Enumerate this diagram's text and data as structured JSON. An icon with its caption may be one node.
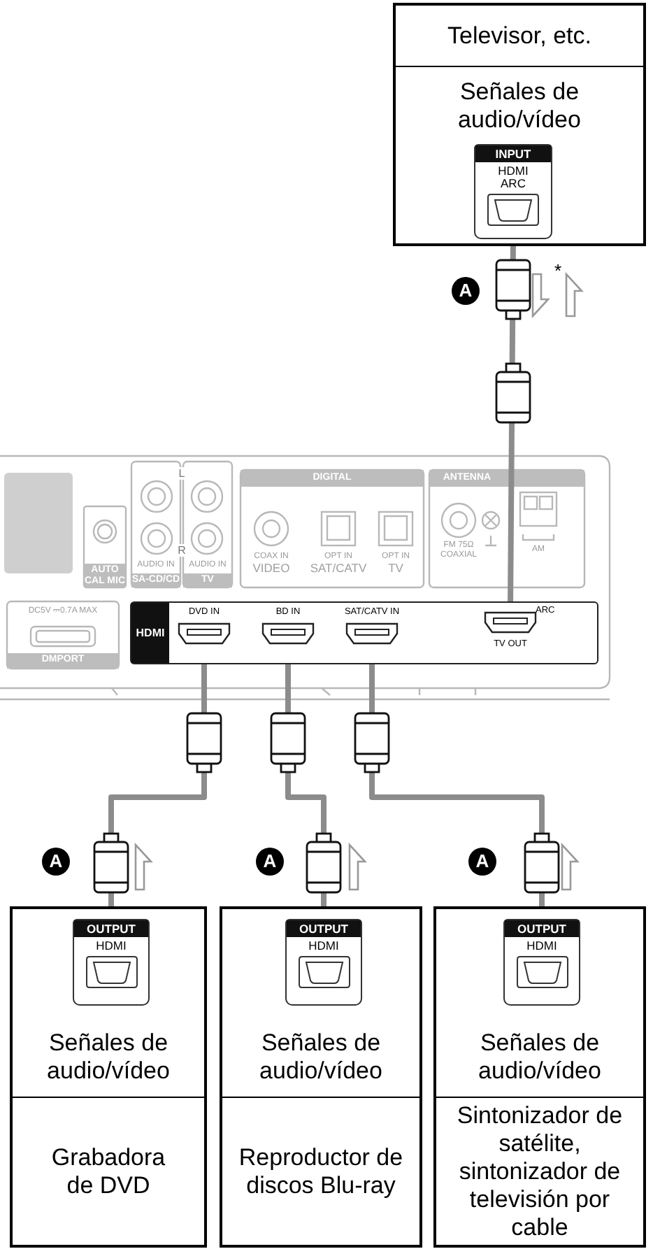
{
  "diagram": {
    "nodes": [
      {
        "text": [
          "Televisor, etc.",
          "Señales de audio/vídeo"
        ]
      },
      {
        "text": [
          "INPUT",
          "HDMI ARC"
        ],
        "in": 0
      },
      {
        "text": [
          "HDMI"
        ]
      },
      {
        "text": [
          "DVD IN"
        ],
        "in": 2
      },
      {
        "text": [
          "BD IN"
        ],
        "in": 2
      },
      {
        "text": [
          "SAT/CATV IN"
        ],
        "in": 2
      },
      {
        "text": [
          "TV OUT"
        ],
        "beside": [
          "ARC"
        ],
        "in": 2
      },
      {
        "text": [
          "Señales de audio/vídeo",
          "Grabadora de DVD"
        ]
      },
      {
        "text": [
          "OUTPUT",
          "HDMI"
        ],
        "in": 7
      },
      {
        "text": [
          "Señales de audio/vídeo",
          "Reproductor de discos Blu-ray"
        ]
      },
      {
        "text": [
          "OUTPUT",
          "HDMI"
        ],
        "in": 9
      },
      {
        "text": [
          "Señales de audio/vídeo",
          "Sintonizador de satélite, sintonizador de televisión por cable"
        ]
      },
      {
        "text": [
          "OUTPUT",
          "HDMI"
        ],
        "in": 11
      }
    ],
    "edges": [
      {
        "from": 6,
        "to": 1,
        "arrow": "none"
      },
      {
        "from": 8,
        "to": 3,
        "arrow": "none"
      },
      {
        "from": 10,
        "to": 4,
        "arrow": "none"
      },
      {
        "from": 12,
        "to": 5,
        "arrow": "none"
      }
    ],
    "labels": [
      "A",
      "*",
      "L",
      "DIGITAL",
      "ANTENNA",
      "AUDIO IN",
      "R",
      "AUDIO IN",
      "COAX IN",
      "VIDEO",
      "OPT IN",
      "SAT/CATV",
      "OPT IN",
      "TV",
      "FM 75Ω COAXIAL",
      "AM",
      "AUTO CAL MIC",
      "SA-CD/CD",
      "TV",
      "DC5V ⎓0.7A MAX",
      "DMPORT",
      "A",
      "A",
      "A"
    ]
  }
}
